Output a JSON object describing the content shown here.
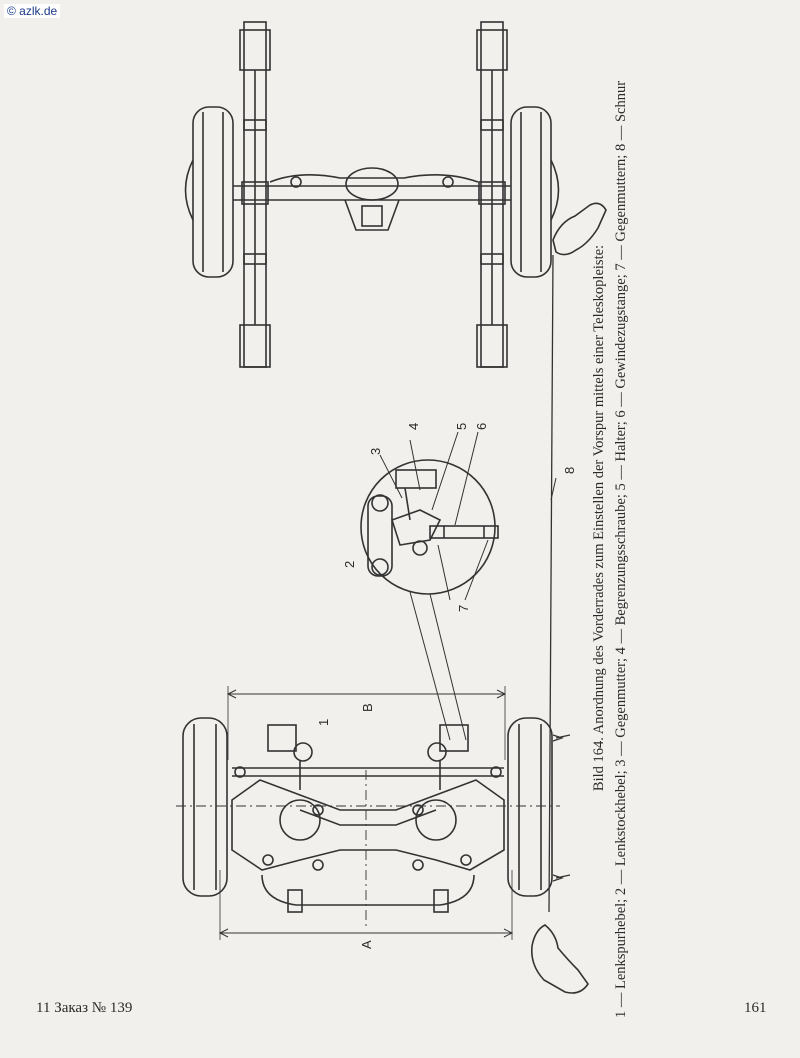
{
  "watermark": "© azlk.de",
  "caption": {
    "line1": "Bild 164. Anordnung des Vorderrades zum Einstellen der Vorspur mittels einer Teleskopleiste:",
    "line2": "1 — Lenkspurhebel; 2 — Lenkstockhebel; 3 — Gegenmutter; 4 — Begrenzungsschraube; 5 — Halter; 6 — Gewindezugstange; 7 — Gegenmuttern; 8 — Schnur"
  },
  "drawing_labels": {
    "dim_a": "A",
    "dim_b": "B",
    "n1": "1",
    "n2": "2",
    "n3": "3",
    "n4": "4",
    "n5": "5",
    "n6": "6",
    "n7": "7",
    "n8": "8"
  },
  "footer": {
    "signature": "11 Заказ № 139",
    "page_number": "161"
  }
}
